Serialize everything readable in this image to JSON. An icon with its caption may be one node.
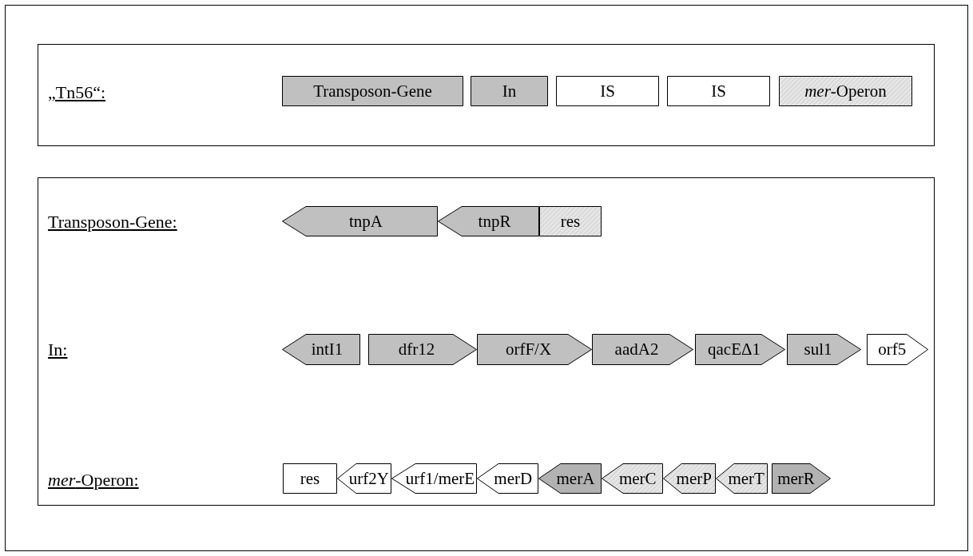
{
  "diagram": {
    "nodes": [
      {
        "text": [],
        "shape": "box"
      },
      {
        "text": [
          "Transposon-Gene"
        ],
        "in": 0
      },
      {
        "text": [
          "In"
        ],
        "in": 0
      },
      {
        "text": [
          "IS"
        ],
        "in": 0
      },
      {
        "text": [
          "IS"
        ],
        "in": 0
      },
      {
        "text": [
          "*mer*-Operon"
        ],
        "in": 0
      },
      {
        "text": [],
        "shape": "box"
      },
      {
        "text": [
          "tnpA"
        ],
        "in": 6
      },
      {
        "text": [
          "tnpR"
        ],
        "in": 6
      },
      {
        "text": [
          "res"
        ],
        "in": 6
      },
      {
        "text": [
          "intI1"
        ],
        "in": 6
      },
      {
        "text": [
          "dfr12"
        ],
        "in": 6
      },
      {
        "text": [
          "orfF/X"
        ],
        "in": 6
      },
      {
        "text": [
          "aadA2"
        ],
        "in": 6
      },
      {
        "text": [
          "qacEΔ1"
        ],
        "in": 6
      },
      {
        "text": [
          "sul1"
        ],
        "in": 6
      },
      {
        "text": [
          "orf5"
        ],
        "in": 6
      },
      {
        "text": [
          "res"
        ],
        "in": 6
      },
      {
        "text": [
          "urf2Y"
        ],
        "in": 6
      },
      {
        "text": [
          "urf1/merE"
        ],
        "in": 6
      },
      {
        "text": [
          "merD"
        ],
        "in": 6
      },
      {
        "text": [
          "merA"
        ],
        "in": 6
      },
      {
        "text": [
          "merC"
        ],
        "in": 6
      },
      {
        "text": [
          "merP"
        ],
        "in": 6
      },
      {
        "text": [
          "merT"
        ],
        "in": 6
      },
      {
        "text": [
          "merR"
        ],
        "in": 6
      }
    ],
    "labels": [
      "„Tn56“:",
      "Transposon-Gene:",
      "In:",
      "*mer*-Operon:"
    ]
  }
}
